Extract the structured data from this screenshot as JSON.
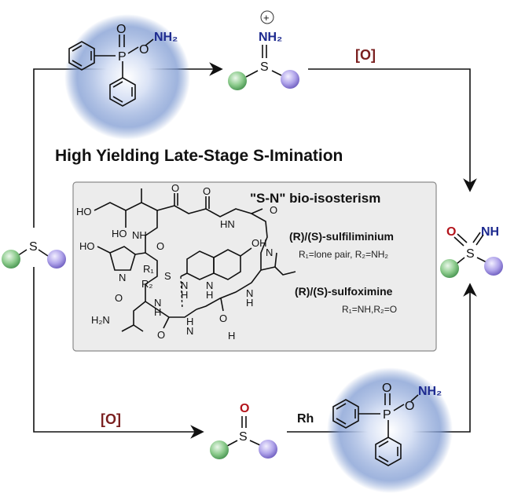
{
  "title": "High Yielding Late-Stage S-Imination",
  "bio_box": {
    "heading": "\"S-N\" bio-isosterism",
    "sulfiliminium_label": "(R)/(S)-sulfiliminium",
    "sulfiliminium_note": "R₁=lone pair, R₂=NH₂",
    "sulfoximine_label": "(R)/(S)-sulfoximine",
    "sulfoximine_note": "R₁=NH,R₂=O"
  },
  "reagents": {
    "oxidant_top": "[O]",
    "oxidant_bottom": "[O]",
    "catalyst": "Rh",
    "amine_group": "NH₂",
    "phosphorus": "P",
    "oxygen": "O",
    "ester_oxygen": "O"
  },
  "species": {
    "sulfide_S": "S",
    "aminosulfonium_S": "S",
    "aminosulfonium_N": "NH₂",
    "charge": "+",
    "sulfoxide_S": "S",
    "sulfoxide_O": "O",
    "sulfoximine_S": "S",
    "sulfoximine_O": "O",
    "sulfoximine_N": "NH"
  },
  "peptide": {
    "ho_1": "HO",
    "ho_2": "HO",
    "ho_3": "HO",
    "oh": "OH",
    "nh_labels": [
      "NH",
      "N",
      "H",
      "N",
      "H",
      "N",
      "H",
      "HN",
      "N",
      "H",
      "N",
      "H",
      "N",
      "H"
    ],
    "o_labels": [
      "O",
      "O",
      "O",
      "O",
      "O",
      "O",
      "O"
    ],
    "h2n": "H₂N",
    "r1": "R₁",
    "r2": "R₂",
    "s": "S",
    "n_ring": "N"
  },
  "colors": {
    "reagent_glow": "#5b7fc4",
    "green_sphere": "#7dbf7d",
    "purple_sphere": "#a79ae0",
    "box_fill": "#ececec",
    "box_stroke": "#8a8a8a",
    "nitrogen": "#1d2a8f",
    "oxygen": "#b3141b",
    "oxidant": "#7a1f1f"
  }
}
